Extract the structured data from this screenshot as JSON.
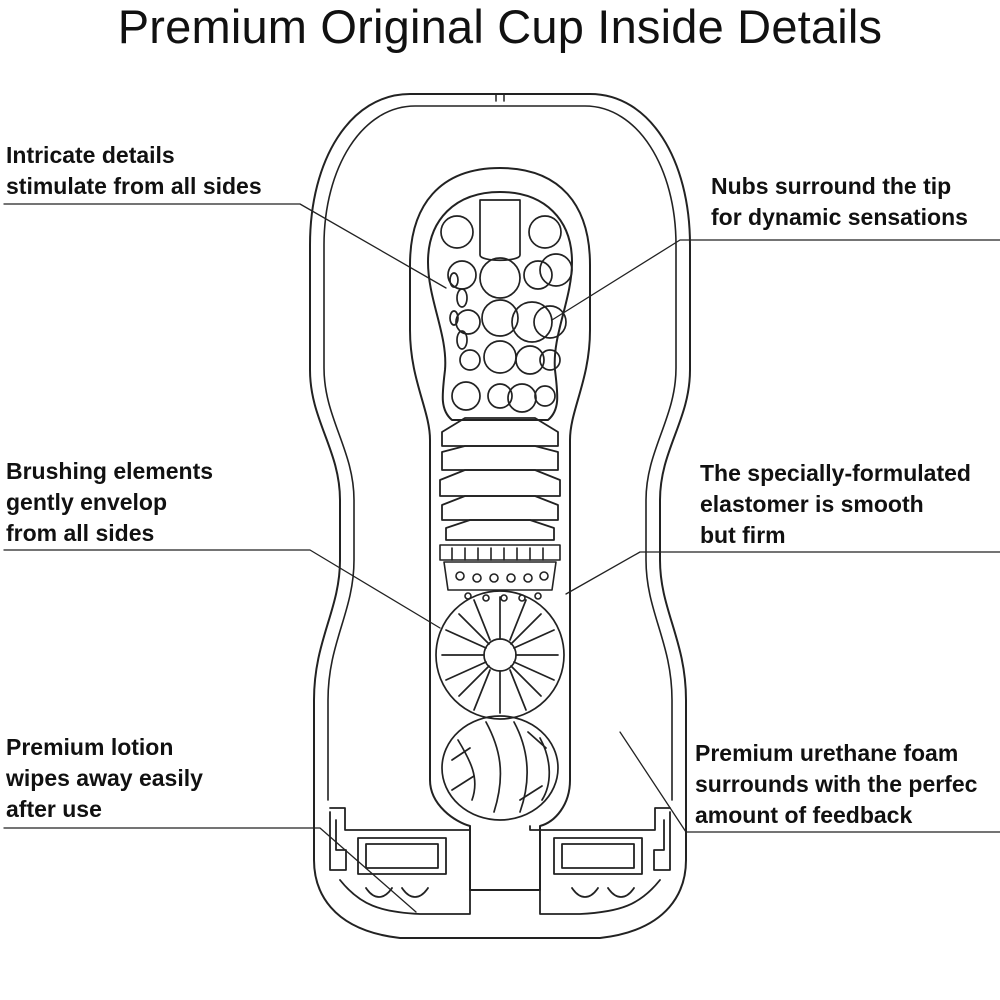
{
  "title": "Premium Original Cup Inside Details",
  "callouts": {
    "intricate": [
      "Intricate details",
      "stimulate from all sides"
    ],
    "nubs": [
      "Nubs surround the tip",
      "for dynamic sensations"
    ],
    "brushing": [
      "Brushing elements",
      "gently envelop",
      "from all sides"
    ],
    "elastomer": [
      "The specially-formulated",
      "elastomer is smooth",
      "but firm"
    ],
    "lotion": [
      "Premium lotion",
      "wipes away easily",
      "after use"
    ],
    "foam": [
      "Premium urethane foam",
      "surrounds with the perfec",
      "amount of feedback"
    ]
  },
  "colors": {
    "line": "#222222",
    "background": "#ffffff"
  }
}
